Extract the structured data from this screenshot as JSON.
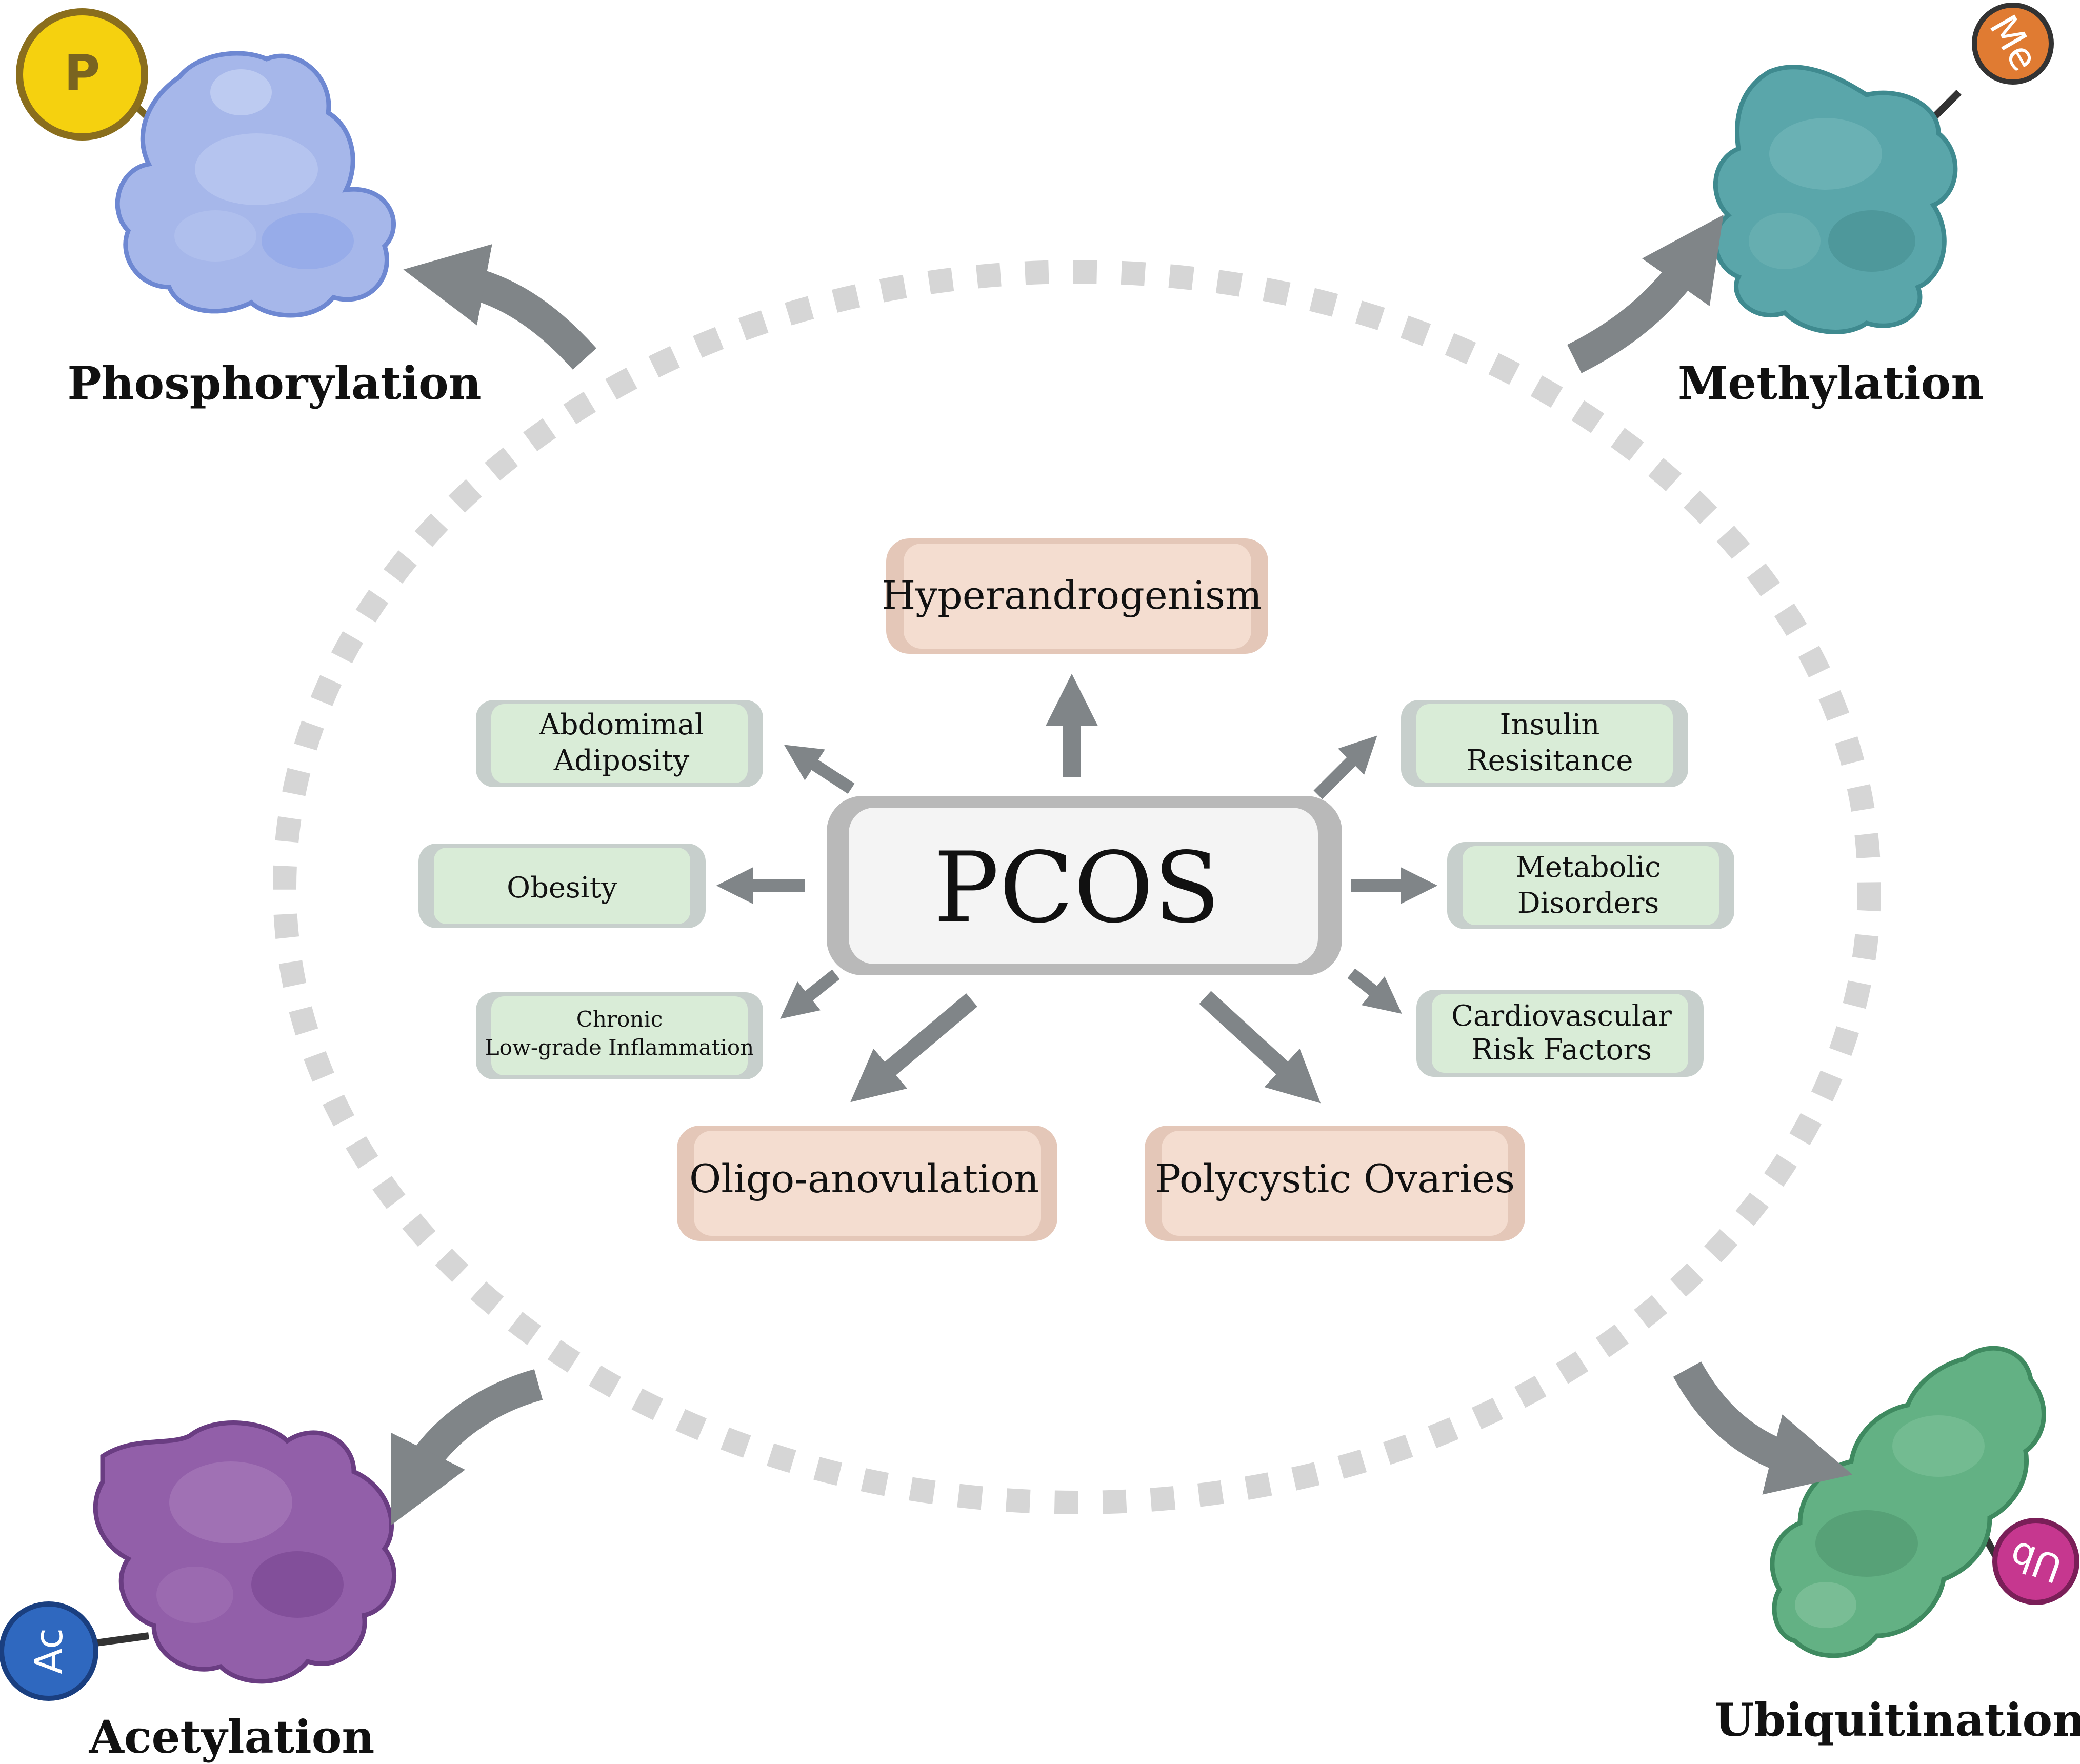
{
  "center": {
    "label": "PCOS"
  },
  "modifications": [
    {
      "id": "phosphorylation",
      "label": "Phosphorylation",
      "badge": "P",
      "protein_color": "#9fb1e8",
      "badge_color": "#f5d10f"
    },
    {
      "id": "methylation",
      "label": "Methylation",
      "badge": "Me",
      "protein_color": "#4f9fa3",
      "badge_color": "#e07b32"
    },
    {
      "id": "acetylation",
      "label": "Acetylation",
      "badge": "Ac",
      "protein_color": "#8f62a8",
      "badge_color": "#2f68bf"
    },
    {
      "id": "ubiquitination",
      "label": "Ubiquitination",
      "badge": "Ub",
      "protein_color": "#5fae80",
      "badge_color": "#c6378f"
    }
  ],
  "major_features": [
    {
      "id": "hyperandrogenism",
      "label": "Hyperandrogenism"
    },
    {
      "id": "oligo-anovulation",
      "label": "Oligo-anovulation"
    },
    {
      "id": "polycystic-ovaries",
      "label": "Polycystic Ovaries"
    }
  ],
  "associated_conditions": [
    {
      "id": "abdominal-adiposity",
      "lines": [
        "Abdomimal",
        "Adiposity"
      ]
    },
    {
      "id": "obesity",
      "lines": [
        "Obesity"
      ]
    },
    {
      "id": "chronic-inflammation",
      "lines": [
        "Chronic",
        "Low-grade Inflammation"
      ]
    },
    {
      "id": "insulin-resistance",
      "lines": [
        "Insulin",
        "Resisitance"
      ]
    },
    {
      "id": "metabolic-disorders",
      "lines": [
        "Metabolic",
        "Disorders"
      ]
    },
    {
      "id": "cardiovascular-risk",
      "lines": [
        "Cardiovascular",
        "Risk Factors"
      ]
    }
  ],
  "colors": {
    "arrow": "#808588",
    "dashed_ring": "#d6d6d6",
    "peach_fill": "#f4ddd0",
    "peach_edge": "#e4c7b8",
    "green_fill": "#d9ecd7",
    "green_edge": "#c7cfcc",
    "center_fill": "#f4f4f4",
    "center_edge": "#b9b9b9"
  }
}
